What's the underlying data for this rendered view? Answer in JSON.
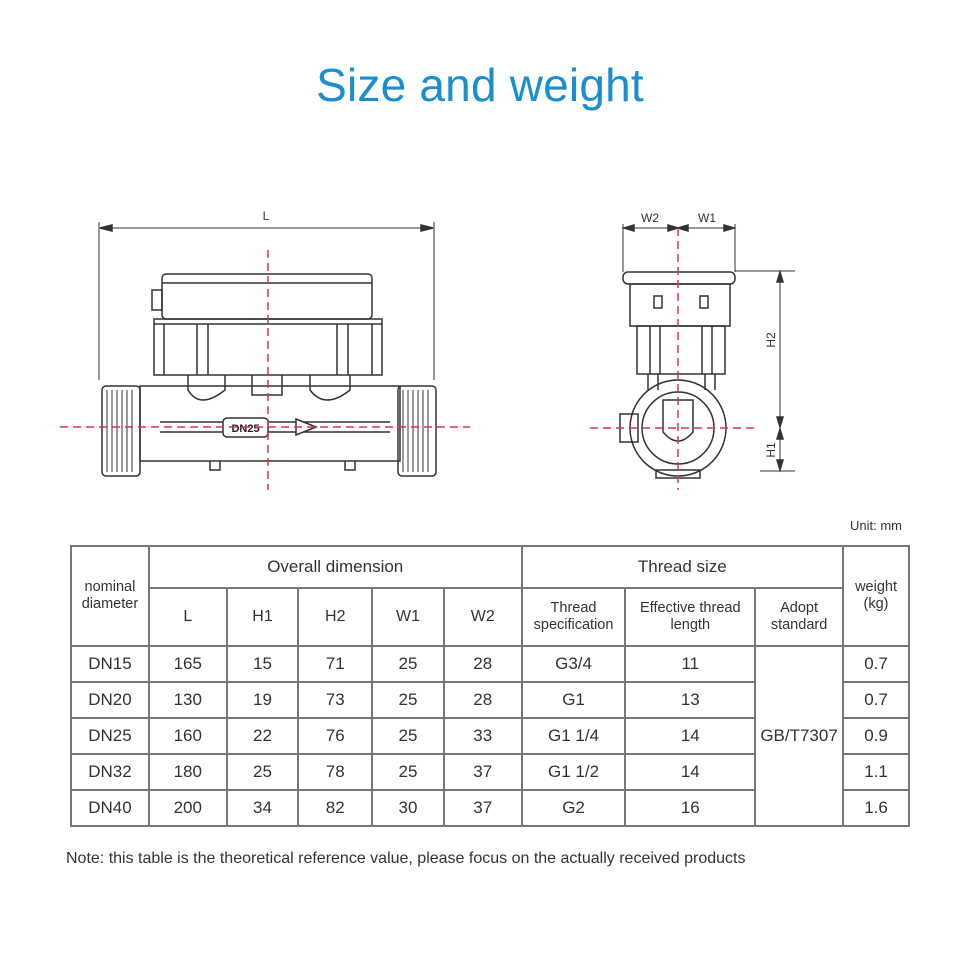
{
  "title": "Size and weight",
  "drawings": {
    "front_view": {
      "dimension_label": "L",
      "pipe_marking": "DN25"
    },
    "side_view": {
      "dimension_labels": [
        "W2",
        "W1",
        "H2",
        "H1"
      ]
    }
  },
  "unit_label": "Unit: mm",
  "table": {
    "group_headers": {
      "nominal_diameter": "nominal diameter",
      "overall_dimension": "Overall dimension",
      "thread_size": "Thread size",
      "weight": "weight (kg)"
    },
    "sub_headers": {
      "L": "L",
      "H1": "H1",
      "H2": "H2",
      "W1": "W1",
      "W2": "W2",
      "thread_spec": "Thread specification",
      "effective_length": "Effective thread length",
      "adopt_standard": "Adopt standard"
    },
    "adopt_standard_value": "GB/T7307",
    "rows": [
      {
        "dn": "DN15",
        "L": "165",
        "H1": "15",
        "H2": "71",
        "W1": "25",
        "W2": "28",
        "thread": "G3/4",
        "eff_len": "11",
        "weight": "0.7"
      },
      {
        "dn": "DN20",
        "L": "130",
        "H1": "19",
        "H2": "73",
        "W1": "25",
        "W2": "28",
        "thread": "G1",
        "eff_len": "13",
        "weight": "0.7"
      },
      {
        "dn": "DN25",
        "L": "160",
        "H1": "22",
        "H2": "76",
        "W1": "25",
        "W2": "33",
        "thread": "G1 1/4",
        "eff_len": "14",
        "weight": "0.9"
      },
      {
        "dn": "DN32",
        "L": "180",
        "H1": "25",
        "H2": "78",
        "W1": "25",
        "W2": "37",
        "thread": "G1 1/2",
        "eff_len": "14",
        "weight": "1.1"
      },
      {
        "dn": "DN40",
        "L": "200",
        "H1": "34",
        "H2": "82",
        "W1": "30",
        "W2": "37",
        "thread": "G2",
        "eff_len": "16",
        "weight": "1.6"
      }
    ]
  },
  "note": "Note: this table is the theoretical reference value, please focus on the actually received products",
  "colors": {
    "title": "#1a8fd0",
    "centerline": "#e0304a",
    "line": "#333333",
    "table_border": "#777777"
  }
}
